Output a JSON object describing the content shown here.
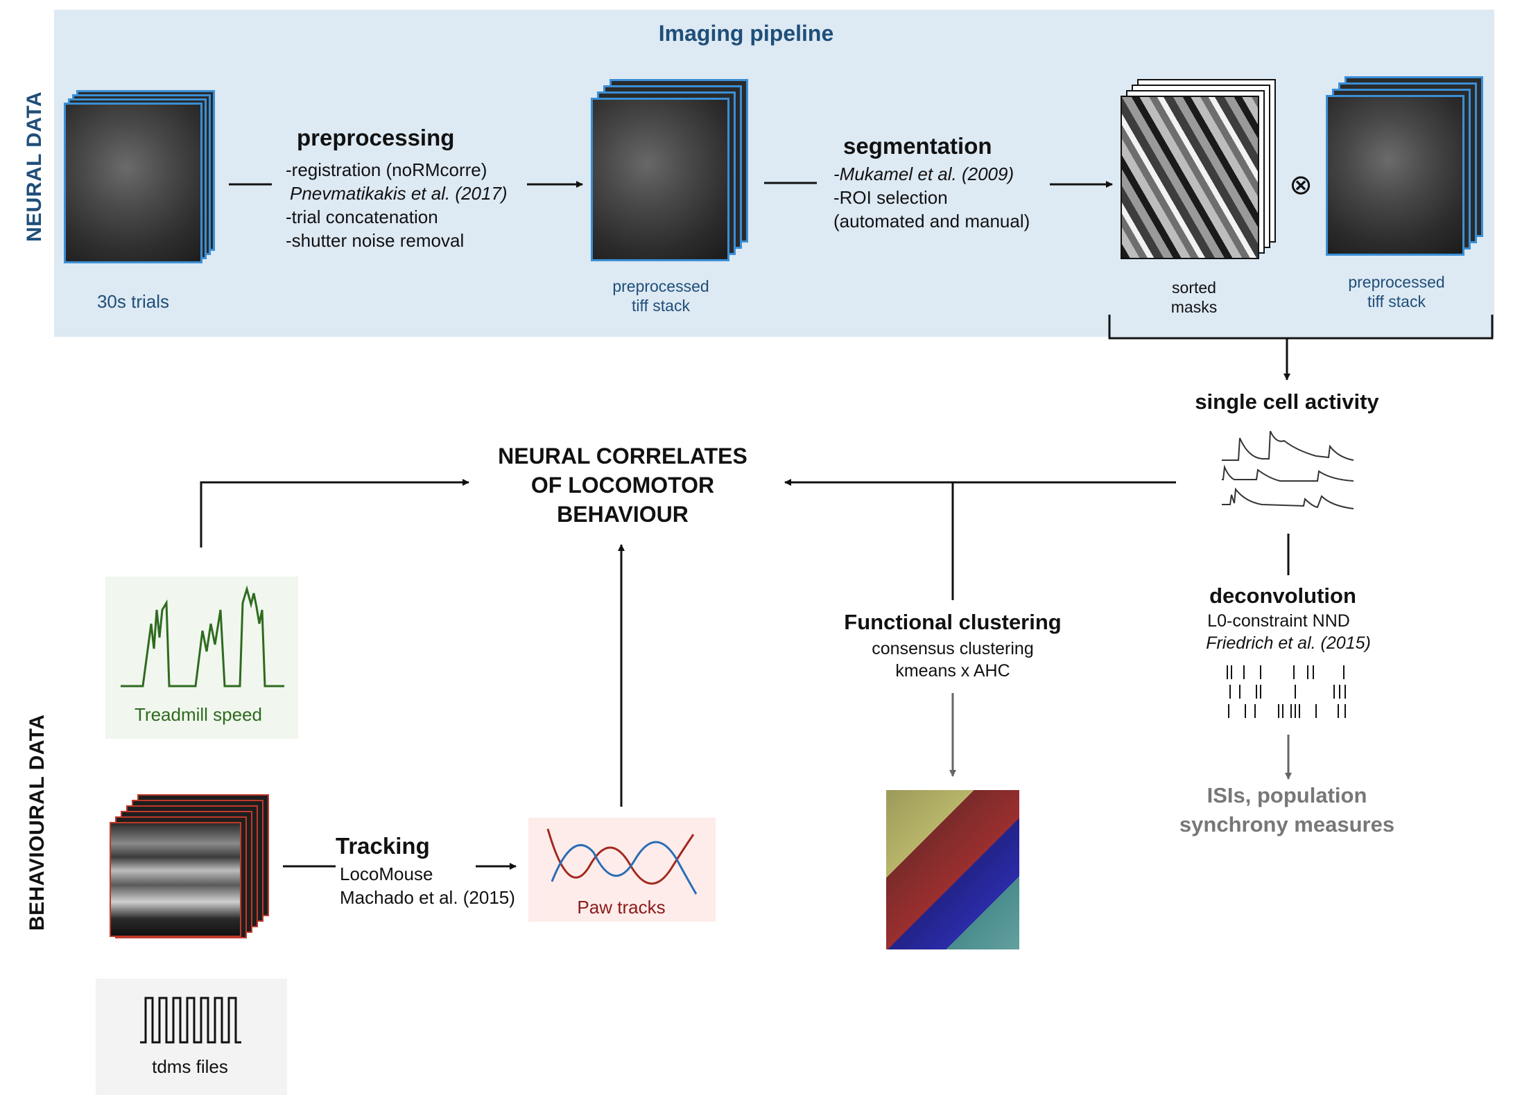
{
  "side_labels": {
    "neural": "NEURAL DATA",
    "behavioural": "BEHAVIOURAL DATA"
  },
  "imaging_pipeline": {
    "title": "Imaging pipeline",
    "raw_stack_label": "30s trials",
    "preprocessing": {
      "heading": "preprocessing",
      "line1": "-registration (noRMcorre)",
      "line2": "Pnevmatikakis et al. (2017)",
      "line3": "-trial concatenation",
      "line4": "-shutter noise removal"
    },
    "preprocessed_label_1": "preprocessed",
    "preprocessed_label_2": "tiff stack",
    "segmentation": {
      "heading": "segmentation",
      "line1": "-Mukamel et al. (2009)",
      "line2": "-ROI selection",
      "line3": "(automated and manual)"
    },
    "masks_label_1": "sorted",
    "masks_label_2": "masks",
    "operator_symbol": "⊗",
    "stack2_label_1": "preprocessed",
    "stack2_label_2": "tiff stack"
  },
  "single_cell": {
    "heading": "single cell activity"
  },
  "center": {
    "line1": "NEURAL CORRELATES",
    "line2": "OF LOCOMOTOR",
    "line3": "BEHAVIOUR"
  },
  "functional_clustering": {
    "heading": "Functional clustering",
    "line1": "consensus clustering",
    "line2": "kmeans x AHC"
  },
  "deconvolution": {
    "heading": "deconvolution",
    "line1": "L0-constraint NND",
    "line2": "Friedrich et al. (2015)"
  },
  "isi": {
    "line1": "ISIs, population",
    "line2": "synchrony measures"
  },
  "treadmill": {
    "label": "Treadmill speed"
  },
  "tracking": {
    "heading": "Tracking",
    "line1": "LocoMouse",
    "line2": "Machado et al. (2015)"
  },
  "paw_tracks": {
    "label": "Paw tracks"
  },
  "tdms": {
    "label": "tdms files"
  },
  "colors": {
    "panel_bg": "#dde9f3",
    "pipeline_blue": "#1f4e79",
    "stack_border_blue": "#3a8fd6",
    "treadmill_green": "#2e6b1e",
    "paw_red": "#8b1a1a",
    "paw_blue": "#2a6db5",
    "grey_arrow": "#666666"
  }
}
